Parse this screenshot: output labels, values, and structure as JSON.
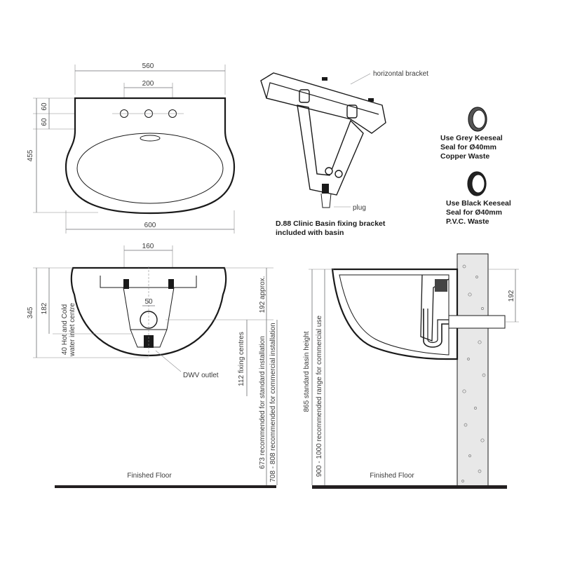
{
  "plan_view": {
    "dim_overall_width": "560",
    "dim_tap_centres": "200",
    "dim_tap_height_1": "60",
    "dim_tap_height_2": "60",
    "dim_depth": "455",
    "dim_width_bottom": "600"
  },
  "bracket": {
    "horizontal_label": "horizontal bracket",
    "plug_label": "plug",
    "caption_line1": "D.88 Clinic Basin fixing bracket",
    "caption_line2": "included with basin"
  },
  "seals": {
    "grey_line1": "Use Grey Keeseal",
    "grey_line2": "Seal for Ø40mm",
    "grey_line3": "Copper Waste",
    "black_line1": "Use Black Keeseal",
    "black_line2": "Seal for Ø40mm",
    "black_line3": "P.V.C. Waste"
  },
  "front_view": {
    "dim_160": "160",
    "dim_50": "50",
    "dim_345": "345",
    "dim_182": "182",
    "inlet_line1": "40 Hot and Cold",
    "inlet_line2": "water inlet centre",
    "dwv_label": "DWV outlet",
    "approx_192": "192 approx.",
    "fixing_112": "112 fixing centres",
    "standard_673": "673 recommended for standard installation",
    "commercial_708": "708 - 808 recommended for commercial installation",
    "floor_label": "Finished Floor"
  },
  "side_view": {
    "dim_192": "192",
    "height_865": "865 standard basin height",
    "range_900": "900 - 1000 recommended range for commercial use",
    "floor_label": "Finished Floor"
  },
  "colors": {
    "line": "#1a1a1a",
    "dimension": "#6d6e71",
    "floor": "#231f20",
    "wall": "#e8e8e8"
  }
}
